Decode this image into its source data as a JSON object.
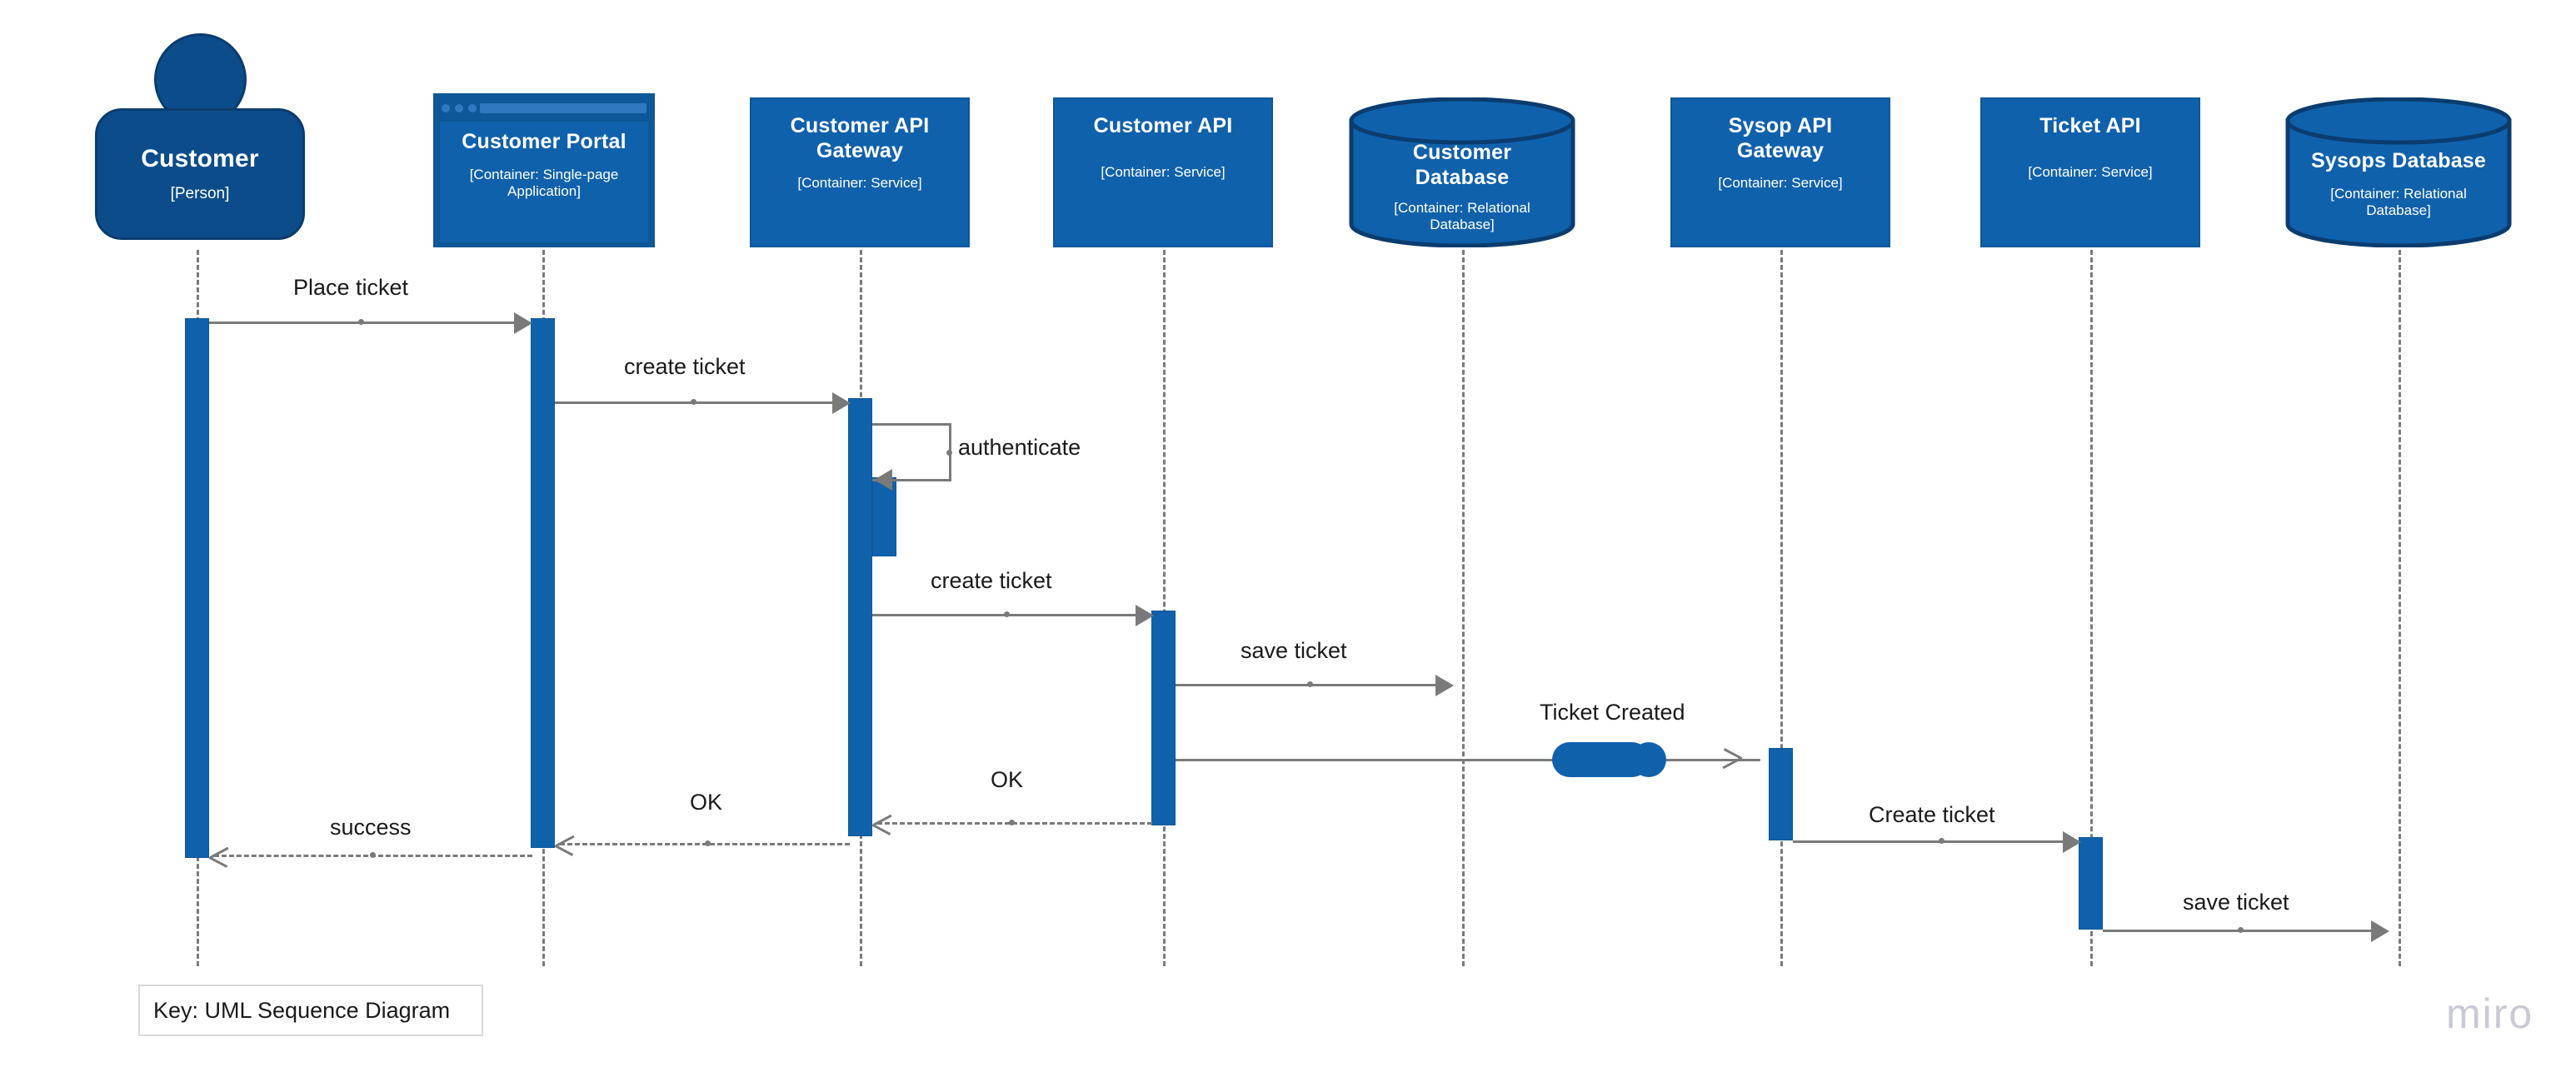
{
  "diagram": {
    "kind": "UML Sequence Diagram",
    "legend": "Key: UML Sequence Diagram",
    "watermark": "miro",
    "colors": {
      "node_fill": "#1061AC",
      "node_stroke": "#0E5798",
      "person_fill": "#0C4C8A",
      "person_stroke": "#0A3C6E",
      "activation_fill": "#1061AC",
      "line": "#7A7A7A",
      "label_text": "#1a1a1a",
      "node_text": "#ffffff",
      "legend_border": "#D9D9D9",
      "watermark": "#C9C9D6"
    }
  },
  "participants": [
    {
      "id": "customer",
      "shape": "person",
      "name": "Customer",
      "meta": "[Person]"
    },
    {
      "id": "portal",
      "shape": "browser",
      "name": "Customer Portal",
      "meta": "[Container: Single-page Application]"
    },
    {
      "id": "cust_api_gw",
      "shape": "box",
      "name": "Customer API Gateway",
      "meta": "[Container: Service]"
    },
    {
      "id": "cust_api",
      "shape": "box",
      "name": "Customer API",
      "meta": "[Container: Service]"
    },
    {
      "id": "cust_db",
      "shape": "cylinder",
      "name": "Customer Database",
      "meta": "[Container: Relational Database]"
    },
    {
      "id": "sysop_api_gw",
      "shape": "box",
      "name": "Sysop API Gateway",
      "meta": "[Container: Service]"
    },
    {
      "id": "ticket_api",
      "shape": "box",
      "name": "Ticket API",
      "meta": "[Container: Service]"
    },
    {
      "id": "sysops_db",
      "shape": "cylinder",
      "name": "Sysops Database",
      "meta": "[Container: Relational Database]"
    }
  ],
  "messages": [
    {
      "id": "m1",
      "label": "Place ticket",
      "from": "customer",
      "to": "portal",
      "type": "sync"
    },
    {
      "id": "m2",
      "label": "create ticket",
      "from": "portal",
      "to": "cust_api_gw",
      "type": "sync"
    },
    {
      "id": "m3",
      "label": "authenticate",
      "from": "cust_api_gw",
      "to": "cust_api_gw",
      "type": "self"
    },
    {
      "id": "m4",
      "label": "create ticket",
      "from": "cust_api_gw",
      "to": "cust_api",
      "type": "sync"
    },
    {
      "id": "m5",
      "label": "save ticket",
      "from": "cust_api",
      "to": "cust_db",
      "type": "sync"
    },
    {
      "id": "m6",
      "label": "Ticket Created",
      "from": "cust_api",
      "to": "sysop_api_gw",
      "type": "async"
    },
    {
      "id": "m7",
      "label": "OK",
      "from": "cust_api",
      "to": "cust_api_gw",
      "type": "return"
    },
    {
      "id": "m8",
      "label": "OK",
      "from": "cust_api_gw",
      "to": "portal",
      "type": "return"
    },
    {
      "id": "m9",
      "label": "success",
      "from": "portal",
      "to": "customer",
      "type": "return"
    },
    {
      "id": "m10",
      "label": "Create ticket",
      "from": "sysop_api_gw",
      "to": "ticket_api",
      "type": "sync"
    },
    {
      "id": "m11",
      "label": "save ticket",
      "from": "ticket_api",
      "to": "sysops_db",
      "type": "sync"
    }
  ]
}
